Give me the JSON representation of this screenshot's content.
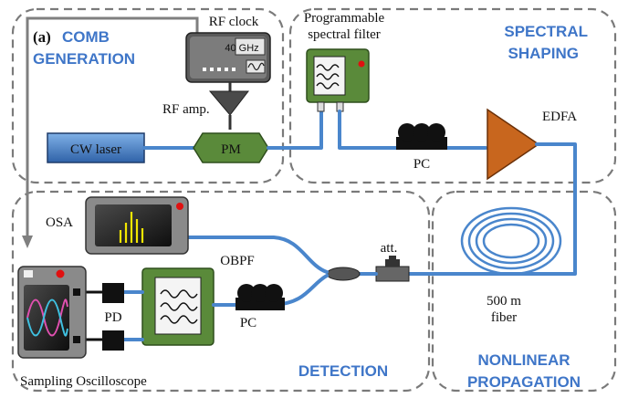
{
  "panel_label": "(a)",
  "sections": {
    "comb_generation": [
      "COMB",
      "GENERATION"
    ],
    "spectral_shaping": [
      "SPECTRAL",
      "SHAPING"
    ],
    "nonlinear_propagation": [
      "NONLINEAR",
      "PROPAGATION"
    ],
    "detection": "DETECTION"
  },
  "components": {
    "rf_clock": "RF clock",
    "rf_clock_display": "40 GHz",
    "rf_amp": "RF amp.",
    "cw_laser": "CW laser",
    "pm": "PM",
    "programmable_filter": [
      "Programmable",
      "spectral filter"
    ],
    "pc_top": "PC",
    "edfa": "EDFA",
    "fiber": [
      "500 m",
      "fiber"
    ],
    "att": "att.",
    "osa": "OSA",
    "obpf": "OBPF",
    "pc_bottom": "PC",
    "pd": "PD",
    "sampling_oscilloscope": "Sampling Oscilloscope"
  },
  "colors": {
    "section_title": "#3f76c8",
    "fiber": "#4a86cc",
    "pm_green": "#5a8a3a",
    "edfa_orange": "#c8661e",
    "laser_blue": "#4f86c6",
    "osa_yellow": "#f2e600",
    "led_red": "#e01010"
  }
}
